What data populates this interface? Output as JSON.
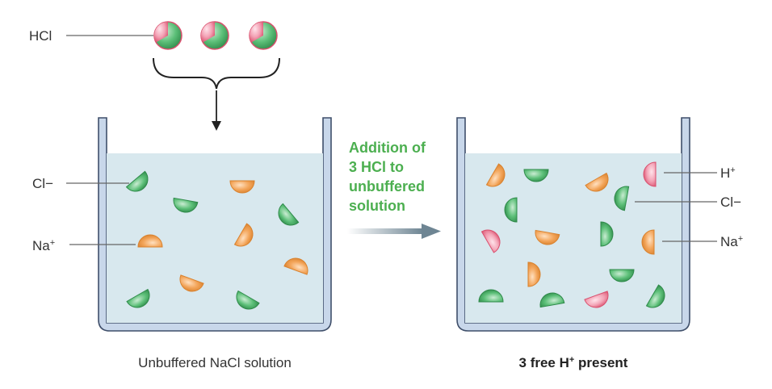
{
  "labels": {
    "hcl": "HCl",
    "cl_left": "Cl",
    "na_left": "Na",
    "h_right": "H",
    "cl_right": "Cl",
    "na_right": "Na",
    "minus": "−",
    "plus": "+"
  },
  "arrow_text": {
    "line1": "Addition of",
    "line2": "3 HCl to",
    "line3": "unbuffered",
    "line4": "solution"
  },
  "captions": {
    "left": "Unbuffered NaCl solution",
    "right_prefix": "3 free H",
    "right_sup": "+",
    "right_suffix": " present"
  },
  "colors": {
    "chloride": "#3fa35a",
    "sodium": "#f0a155",
    "hydrogen": "#e0607e",
    "solution": "#d8e8ee",
    "beaker": "#c8d7ea",
    "arrow_text": "#4caf50"
  }
}
